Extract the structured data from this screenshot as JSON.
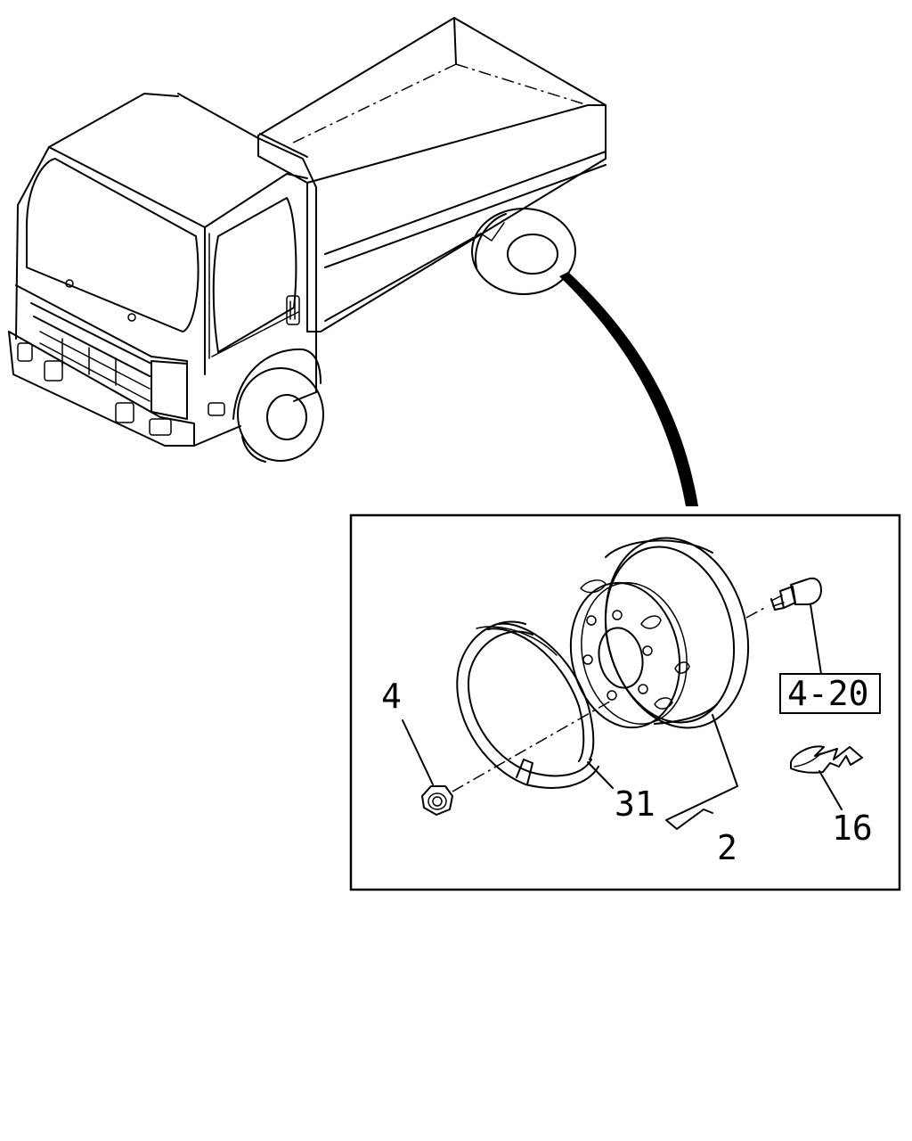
{
  "callouts": {
    "nut": "4",
    "ring": "31",
    "wheel": "2",
    "stud_ref": "4-20",
    "clip": "16"
  },
  "colors": {
    "ink": "#000000",
    "paper": "#ffffff"
  }
}
